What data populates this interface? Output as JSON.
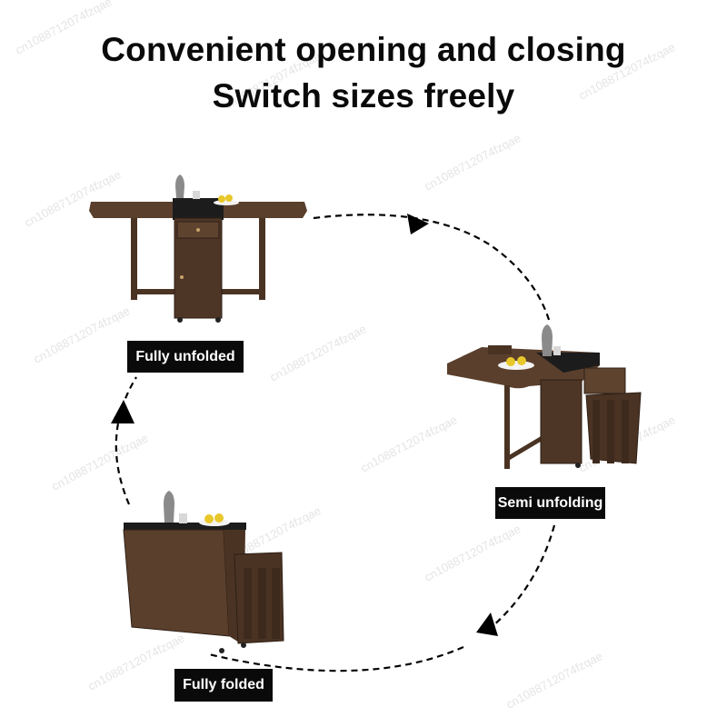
{
  "heading": {
    "line1": "Convenient opening and closing",
    "line2": "Switch sizes freely"
  },
  "states": {
    "fully_unfolded": "Fully unfolded",
    "semi_unfolding": "Semi unfolding",
    "fully_folded": "Fully folded"
  },
  "watermark": "cn1088712074fzqae",
  "colors": {
    "wood": "#5a3f2c",
    "wood_dark": "#3e2a1d",
    "tabletop_black": "#1c1c1c",
    "label_bg": "#0a0a0a",
    "label_text": "#ffffff"
  }
}
